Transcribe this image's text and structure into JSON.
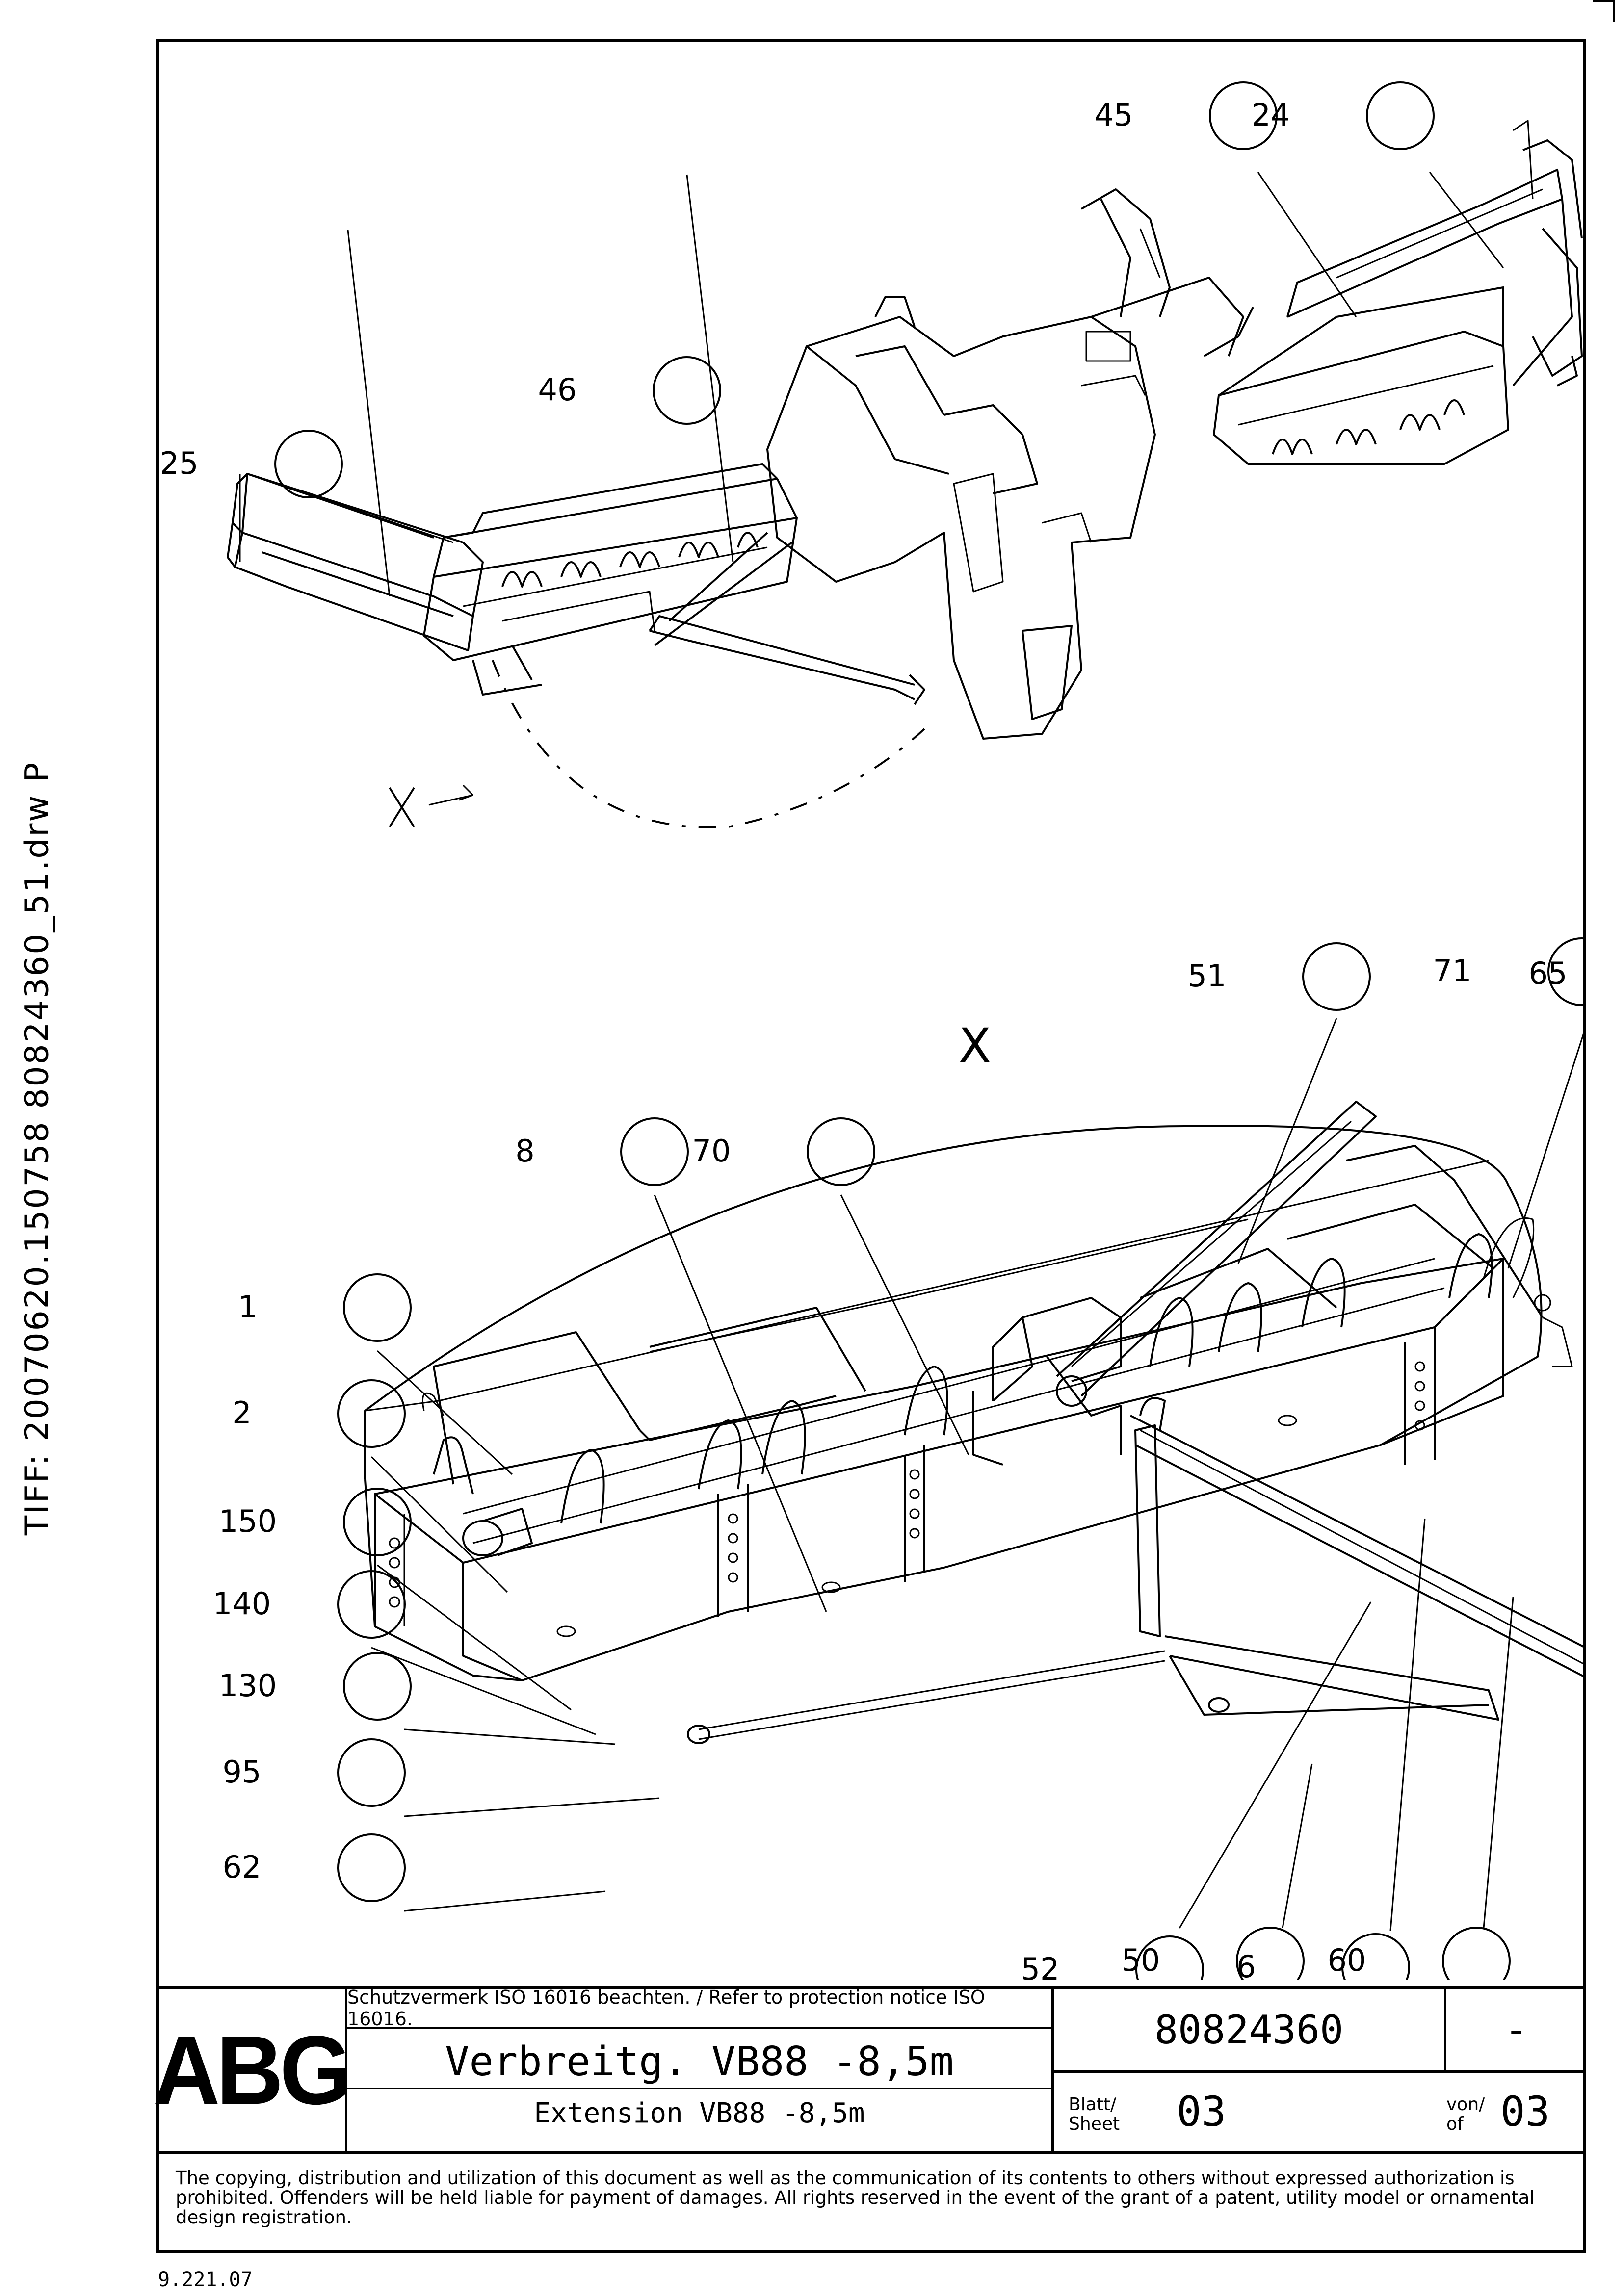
{
  "side_text": "TIFF:  20070620.150758 80824360_51.drw P",
  "callouts_top": [
    "45",
    "24",
    "46",
    "25"
  ],
  "view_marker_top": "X",
  "view_title": "X",
  "callouts_detail": [
    "51",
    "71",
    "65",
    "8",
    "70",
    "1",
    "2",
    "150",
    "140",
    "130",
    "95",
    "62",
    "52",
    "50",
    "6",
    "60"
  ],
  "title_block": {
    "logo": "ABG",
    "notice": "Schutzvermerk ISO 16016 beachten. / Refer to protection notice ISO 16016.",
    "title_de": "Verbreitg. VB88 -8,5m",
    "title_en": "Extension VB88 -8,5m",
    "doc_number": "80824360",
    "revision": "-",
    "sheet_label_de": "Blatt/",
    "sheet_label_en": "Sheet",
    "sheet_number": "03",
    "of_label_de": "von/",
    "of_label_en": "of",
    "sheet_total": "03",
    "copyright": "The copying, distribution and utilization of this document as well as the communication of its contents to others without expressed authorization is prohibited. Offenders will be held liable for payment of damages. All rights reserved in the event of the grant of a patent, utility model or ornamental design registration."
  },
  "footer_code": "9.221.07"
}
